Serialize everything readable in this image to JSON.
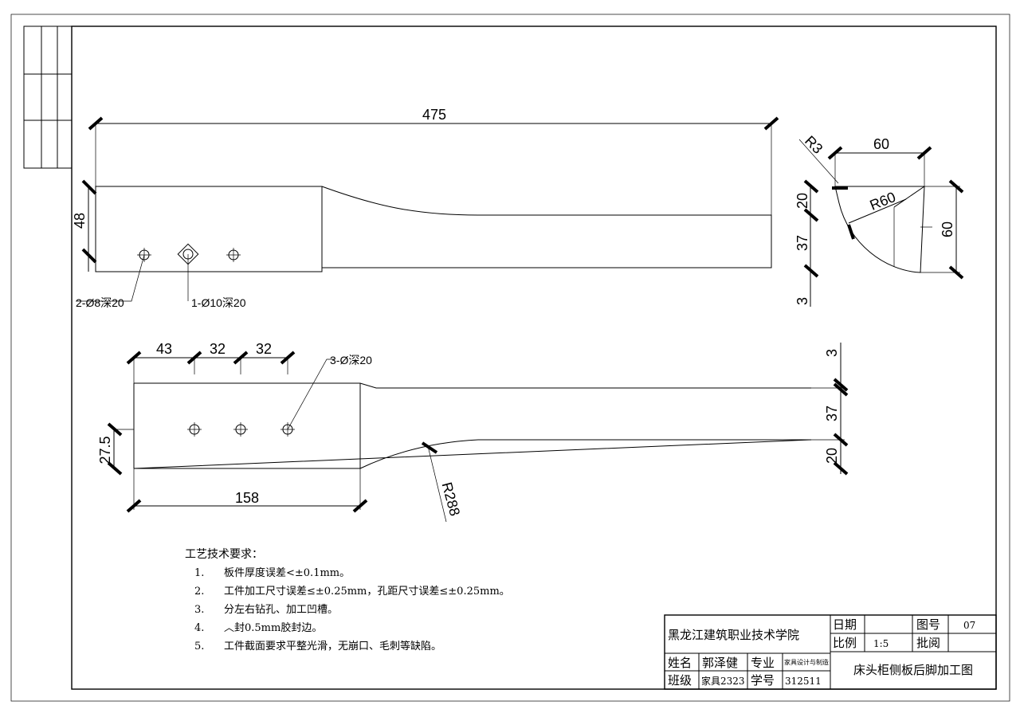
{
  "top_view": {
    "length_dim": "475",
    "width_dim": "48",
    "hole_callout_a": "2-Ø8深20",
    "hole_callout_b": "1-Ø10深20"
  },
  "section_view": {
    "r3": "R3",
    "r60": "R60",
    "width_dim": "60",
    "height_dim": "60",
    "dim_20": "20",
    "dim_37": "37",
    "dim_3": "3"
  },
  "bottom_view": {
    "dim_43": "43",
    "dim_32a": "32",
    "dim_32b": "32",
    "hole_callout": "3-Ø深20",
    "dim_275": "27.5",
    "dim_158": "158",
    "r288": "R288",
    "dim_3": "3",
    "dim_37": "37",
    "dim_20": "20"
  },
  "notes": {
    "title": "工艺技术要求：",
    "items": [
      {
        "num": "1.",
        "text": "板件厚度误差<±0.1mm。"
      },
      {
        "num": "2.",
        "text": "工件加工尺寸误差≤±0.25mm，孔距尺寸误差≤±0.25mm。"
      },
      {
        "num": "3.",
        "text": "分左右钻孔、加工凹槽。"
      },
      {
        "num": "4.",
        "text": "︿封0.5mm胶封边。"
      },
      {
        "num": "5.",
        "text": "工件截面要求平整光滑，无崩口、毛刺等缺陷。"
      }
    ]
  },
  "title_block": {
    "school": "黑龙江建筑职业技术学院",
    "date_label": "日期",
    "date_value": "",
    "drawing_no_label": "图号",
    "drawing_no": "07",
    "scale_label": "比例",
    "scale": "1:5",
    "review_label": "批阅",
    "review_value": "",
    "name_label": "姓名",
    "name": "郭泽健",
    "major_label": "专业",
    "major": "家具设计与制造",
    "class_label": "班级",
    "class": "家具2323",
    "id_label": "学号",
    "id": "312511",
    "drawing_title": "床头柜侧板后脚加工图"
  }
}
